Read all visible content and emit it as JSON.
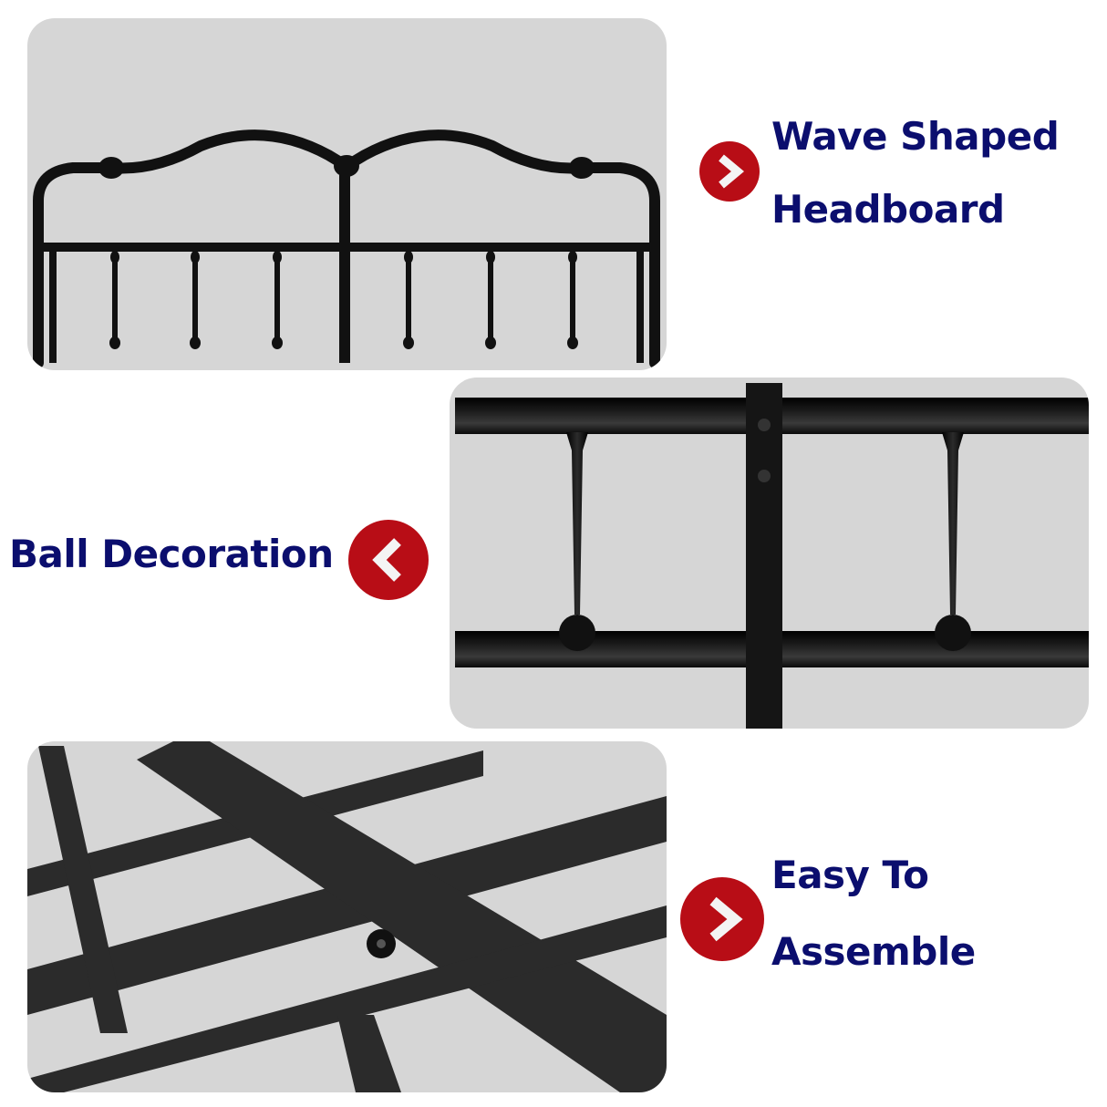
{
  "features": [
    {
      "id": "headboard",
      "lines": [
        "Wave Shaped",
        "Headboard"
      ],
      "arrow": "chevron-right",
      "panel": "headboard-closeup"
    },
    {
      "id": "ball",
      "lines": [
        "Ball Decoration"
      ],
      "arrow": "chevron-left",
      "panel": "ball-decoration-closeup"
    },
    {
      "id": "assemble",
      "lines": [
        "Easy To",
        "Assemble"
      ],
      "arrow": "chevron-right",
      "panel": "frame-joint-closeup"
    }
  ],
  "colors": {
    "text": "#0b0e6e",
    "badge": "#b80d16",
    "panel": "#d6d6d6",
    "metal": "#1a1a1a"
  }
}
